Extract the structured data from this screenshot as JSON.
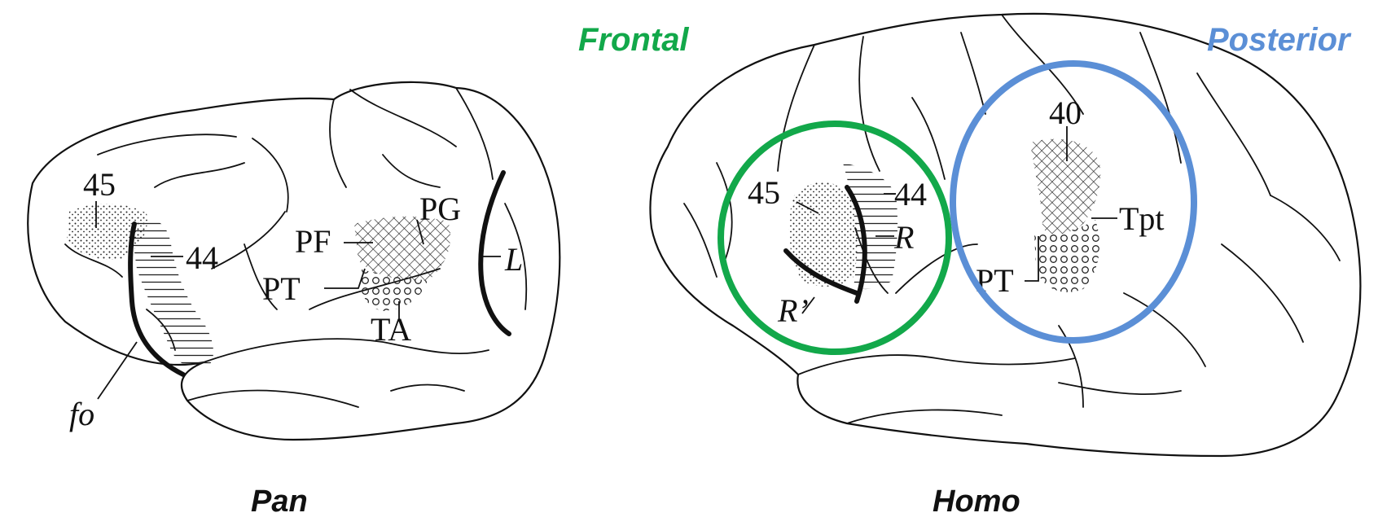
{
  "captions": {
    "left": "Pan",
    "right": "Homo"
  },
  "regions": {
    "frontal": {
      "label": "Frontal",
      "color": "#12a84a"
    },
    "posterior": {
      "label": "Posterior",
      "color": "#5b8fd6"
    }
  },
  "pan_labels": {
    "a45": "45",
    "a44": "44",
    "fo": "fo",
    "PF": "PF",
    "PG": "PG",
    "PT": "PT",
    "TA": "TA",
    "L": "L"
  },
  "homo_labels": {
    "a45": "45",
    "a44": "44",
    "R": "R",
    "Rprime": "R’",
    "a40": "40",
    "Tpt": "Tpt",
    "PT": "PT"
  }
}
